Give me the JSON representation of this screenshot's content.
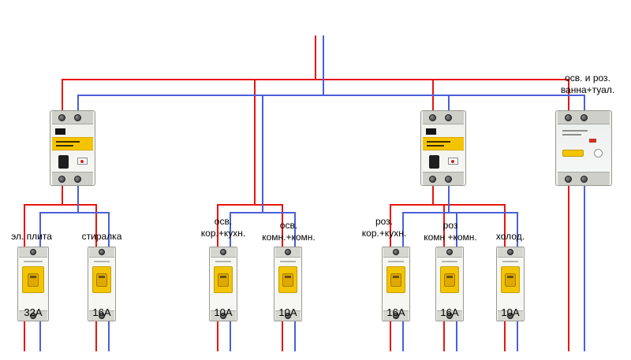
{
  "bath_group": {
    "line1": "осв. и роз.",
    "line2": "ванна+туал."
  },
  "circuits": [
    {
      "label1": "эл. плита",
      "label2": "",
      "amp": "32А"
    },
    {
      "label1": "стиралка",
      "label2": "",
      "amp": "16А"
    },
    {
      "label1": "осв.",
      "label2": "кор.+кухн.",
      "amp": "10А"
    },
    {
      "label1": "осв.",
      "label2": "комн.+комн.",
      "amp": "10А"
    },
    {
      "label1": "роз.",
      "label2": "кор.+кухн.",
      "amp": "16А"
    },
    {
      "label1": "роз",
      "label2": "комн +комн.",
      "amp": "16А"
    },
    {
      "label1": "холод.",
      "label2": "",
      "amp": "10А"
    }
  ],
  "colors": {
    "phase_wire": "#e8150f",
    "neutral_wire": "#4a5fd7",
    "breaker_yellow": "#f3c402"
  }
}
